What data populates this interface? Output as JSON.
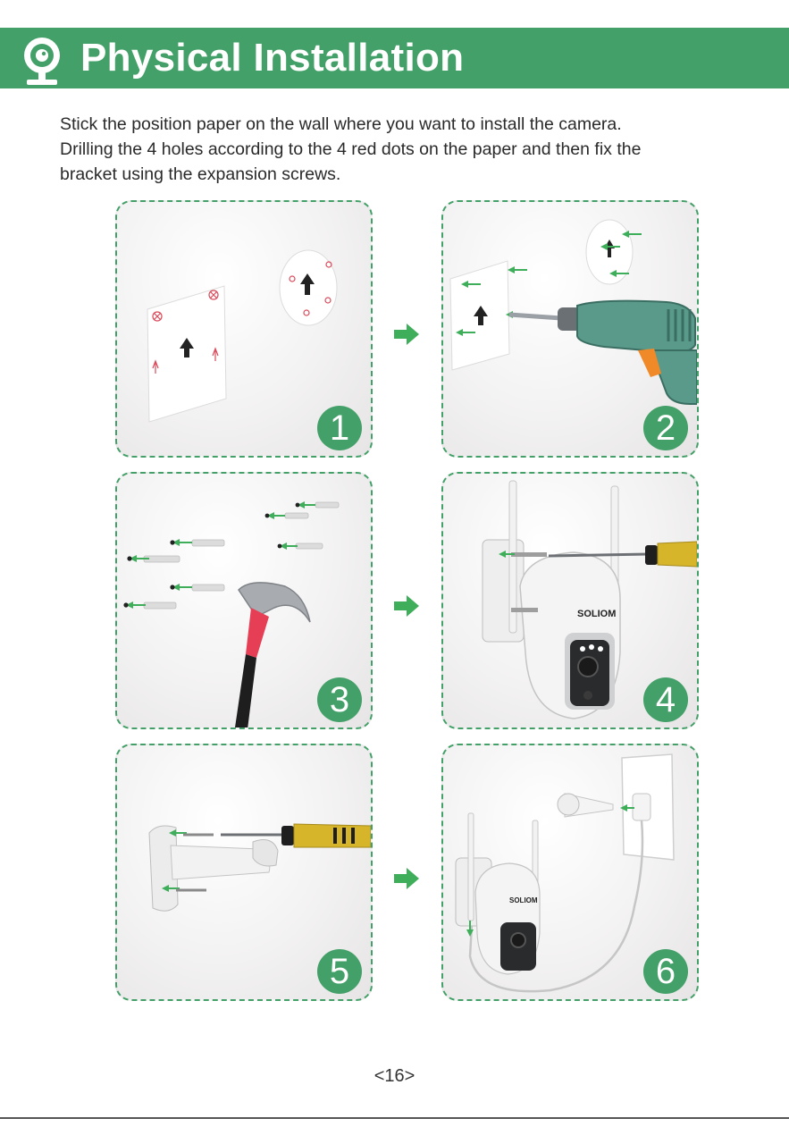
{
  "header": {
    "title": "Physical Installation",
    "icon": "camera-icon",
    "color": "#43a068"
  },
  "intro": {
    "lines": [
      "Stick the position paper on the wall where you want to install the camera.",
      "Drilling the 4 holes according to the 4 red dots on the paper and then fix the",
      "bracket using the expansion screws."
    ]
  },
  "steps": [
    {
      "number": "1",
      "label_on_paper": "UP"
    },
    {
      "number": "2",
      "label_on_paper": "UP"
    },
    {
      "number": "3"
    },
    {
      "number": "4",
      "brand": "SOLIOM"
    },
    {
      "number": "5"
    },
    {
      "number": "6",
      "brand": "SOLIOM"
    }
  ],
  "page_number": "<16>"
}
